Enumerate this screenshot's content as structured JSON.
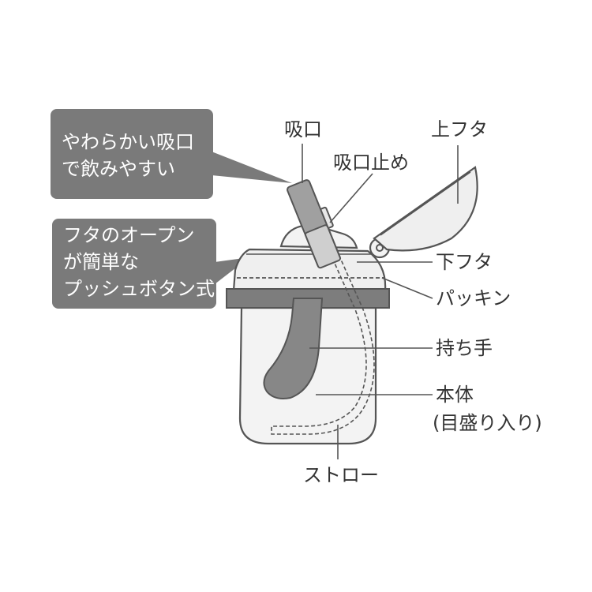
{
  "callouts": {
    "soft_mouthpiece": {
      "lines": [
        "やわらかい吸口",
        "で飲みやすい"
      ],
      "bg": "#7a7a7a"
    },
    "push_button": {
      "lines": [
        "フタのオープン",
        "が簡単な",
        "プッシュボタン式"
      ],
      "bg": "#7a7a7a"
    }
  },
  "labels": {
    "mouthpiece": "吸口",
    "mouthpiece_stopper": "吸口止め",
    "upper_lid": "上フタ",
    "lower_lid": "下フタ",
    "gasket": "パッキン",
    "handle": "持ち手",
    "body_line1": "本体",
    "body_line2": "(目盛り入り)",
    "straw": "ストロー"
  },
  "colors": {
    "outline": "#555555",
    "body_fill": "#f3f3f3",
    "band_fill": "#7d7d7d",
    "handle_fill": "#878787",
    "text": "#333333"
  }
}
